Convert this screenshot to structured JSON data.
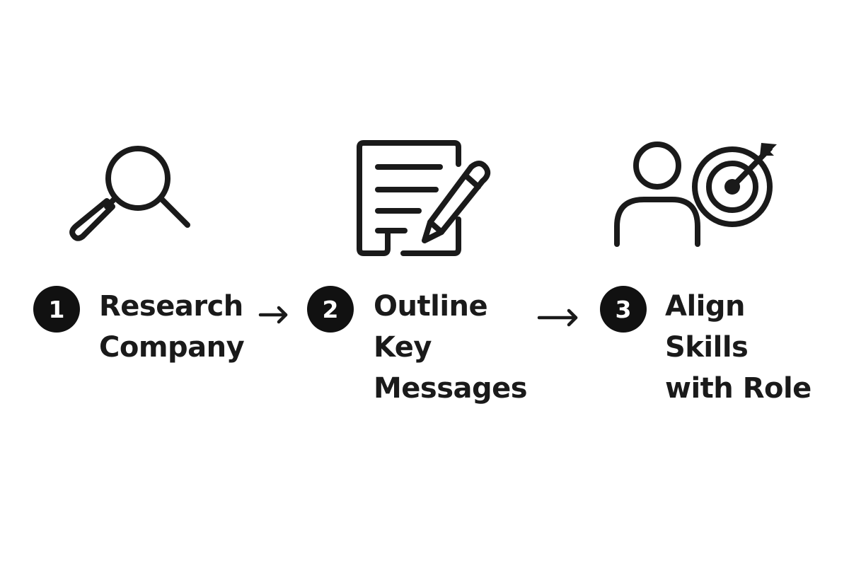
{
  "steps": [
    {
      "number": "1",
      "icon": "magnifying-glass-icon",
      "label_lines": [
        "Research",
        "Company"
      ]
    },
    {
      "number": "2",
      "icon": "document-pencil-icon",
      "label_lines": [
        "Outline",
        "Key",
        "Messages"
      ]
    },
    {
      "number": "3",
      "icon": "person-target-icon",
      "label_lines": [
        "Align",
        "Skills",
        "with Role"
      ]
    }
  ],
  "colors": {
    "ink": "#1a1a1a",
    "badge_fill": "#111111",
    "badge_text": "#ffffff",
    "background": "#ffffff"
  }
}
